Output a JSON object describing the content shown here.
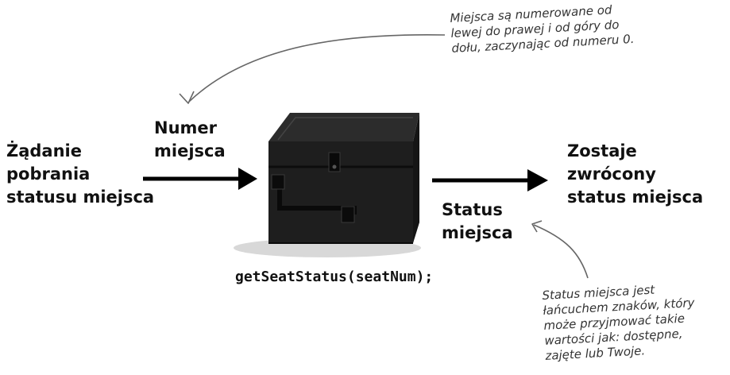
{
  "note_top": [
    "Miejsca są numerowane od",
    "lewej do prawej i od góry do",
    "dołu, zaczynając od numeru 0."
  ],
  "input_request": [
    "Żądanie",
    "pobrania",
    "statusu miejsca"
  ],
  "input_param": [
    "Numer",
    "miejsca"
  ],
  "output_result": [
    "Zostaje",
    "zwrócony",
    "status miejsca"
  ],
  "output_value": [
    "Status",
    "miejsca"
  ],
  "method_call": "getSeatStatus(seatNum);",
  "note_bottom": [
    "Status miejsca jest",
    "łańcuchem znaków, który",
    "może przyjmować takie",
    "wartości jak: dostępne,",
    "zajęte lub Twoje."
  ],
  "colors": {
    "text": "#111111",
    "note_text": "#333333",
    "arrow": "#000000",
    "pointer_arrow": "#666666",
    "box_body": "#1e1e1e"
  },
  "icon": "black-box-icon"
}
